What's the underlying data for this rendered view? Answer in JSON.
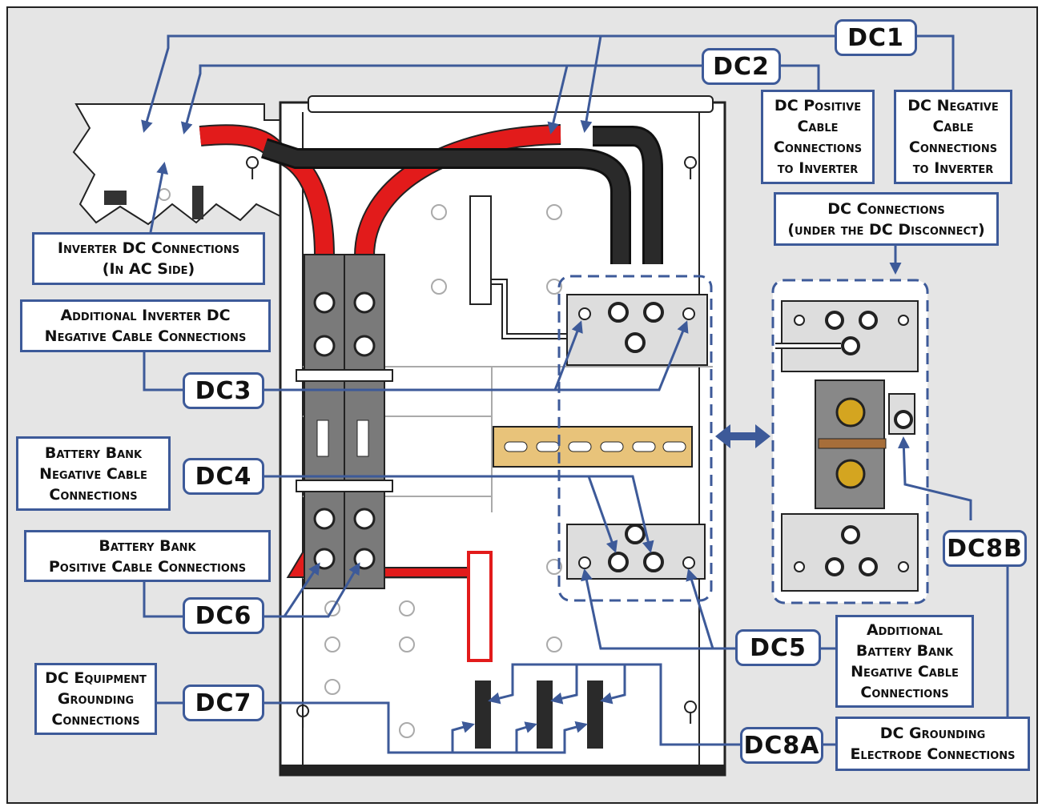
{
  "tags": {
    "dc1": "DC1",
    "dc2": "DC2",
    "dc3": "DC3",
    "dc4": "DC4",
    "dc5": "DC5",
    "dc6": "DC6",
    "dc7": "DC7",
    "dc8a": "DC8A",
    "dc8b": "DC8B"
  },
  "callouts": {
    "dc_positive_to_inverter": [
      "DC Positive",
      "Cable",
      "Connections",
      "to Inverter"
    ],
    "dc_negative_to_inverter": [
      "DC Negative",
      "Cable",
      "Connections",
      "to Inverter"
    ],
    "dc_under_disconnect": [
      "DC Connections",
      "(under the DC Disconnect)"
    ],
    "inverter_dc_connections": [
      "Inverter DC Connections",
      "(In AC Side)"
    ],
    "additional_inverter_negative": [
      "Additional Inverter DC",
      "Negative Cable Connections"
    ],
    "battery_bank_negative": [
      "Battery Bank",
      "Negative Cable",
      "Connections"
    ],
    "battery_bank_positive": [
      "Battery Bank",
      "Positive Cable Connections"
    ],
    "dc_equipment_grounding": [
      "DC Equipment",
      "Grounding",
      "Connections"
    ],
    "additional_battery_negative": [
      "Additional",
      "Battery Bank",
      "Negative Cable",
      "Connections"
    ],
    "dc_grounding_electrode": [
      "DC Grounding",
      "Electrode Connections"
    ]
  },
  "colors": {
    "line_blue": "#3d5a99",
    "cable_red": "#e21b1b",
    "cable_black": "#2a2a2a",
    "panel_white": "#ffffff",
    "background_gray": "#e5e5e5",
    "breaker_gray": "#7a7a7a",
    "din_rail_tan": "#e8c37a",
    "terminal_gold": "#d4a520"
  }
}
